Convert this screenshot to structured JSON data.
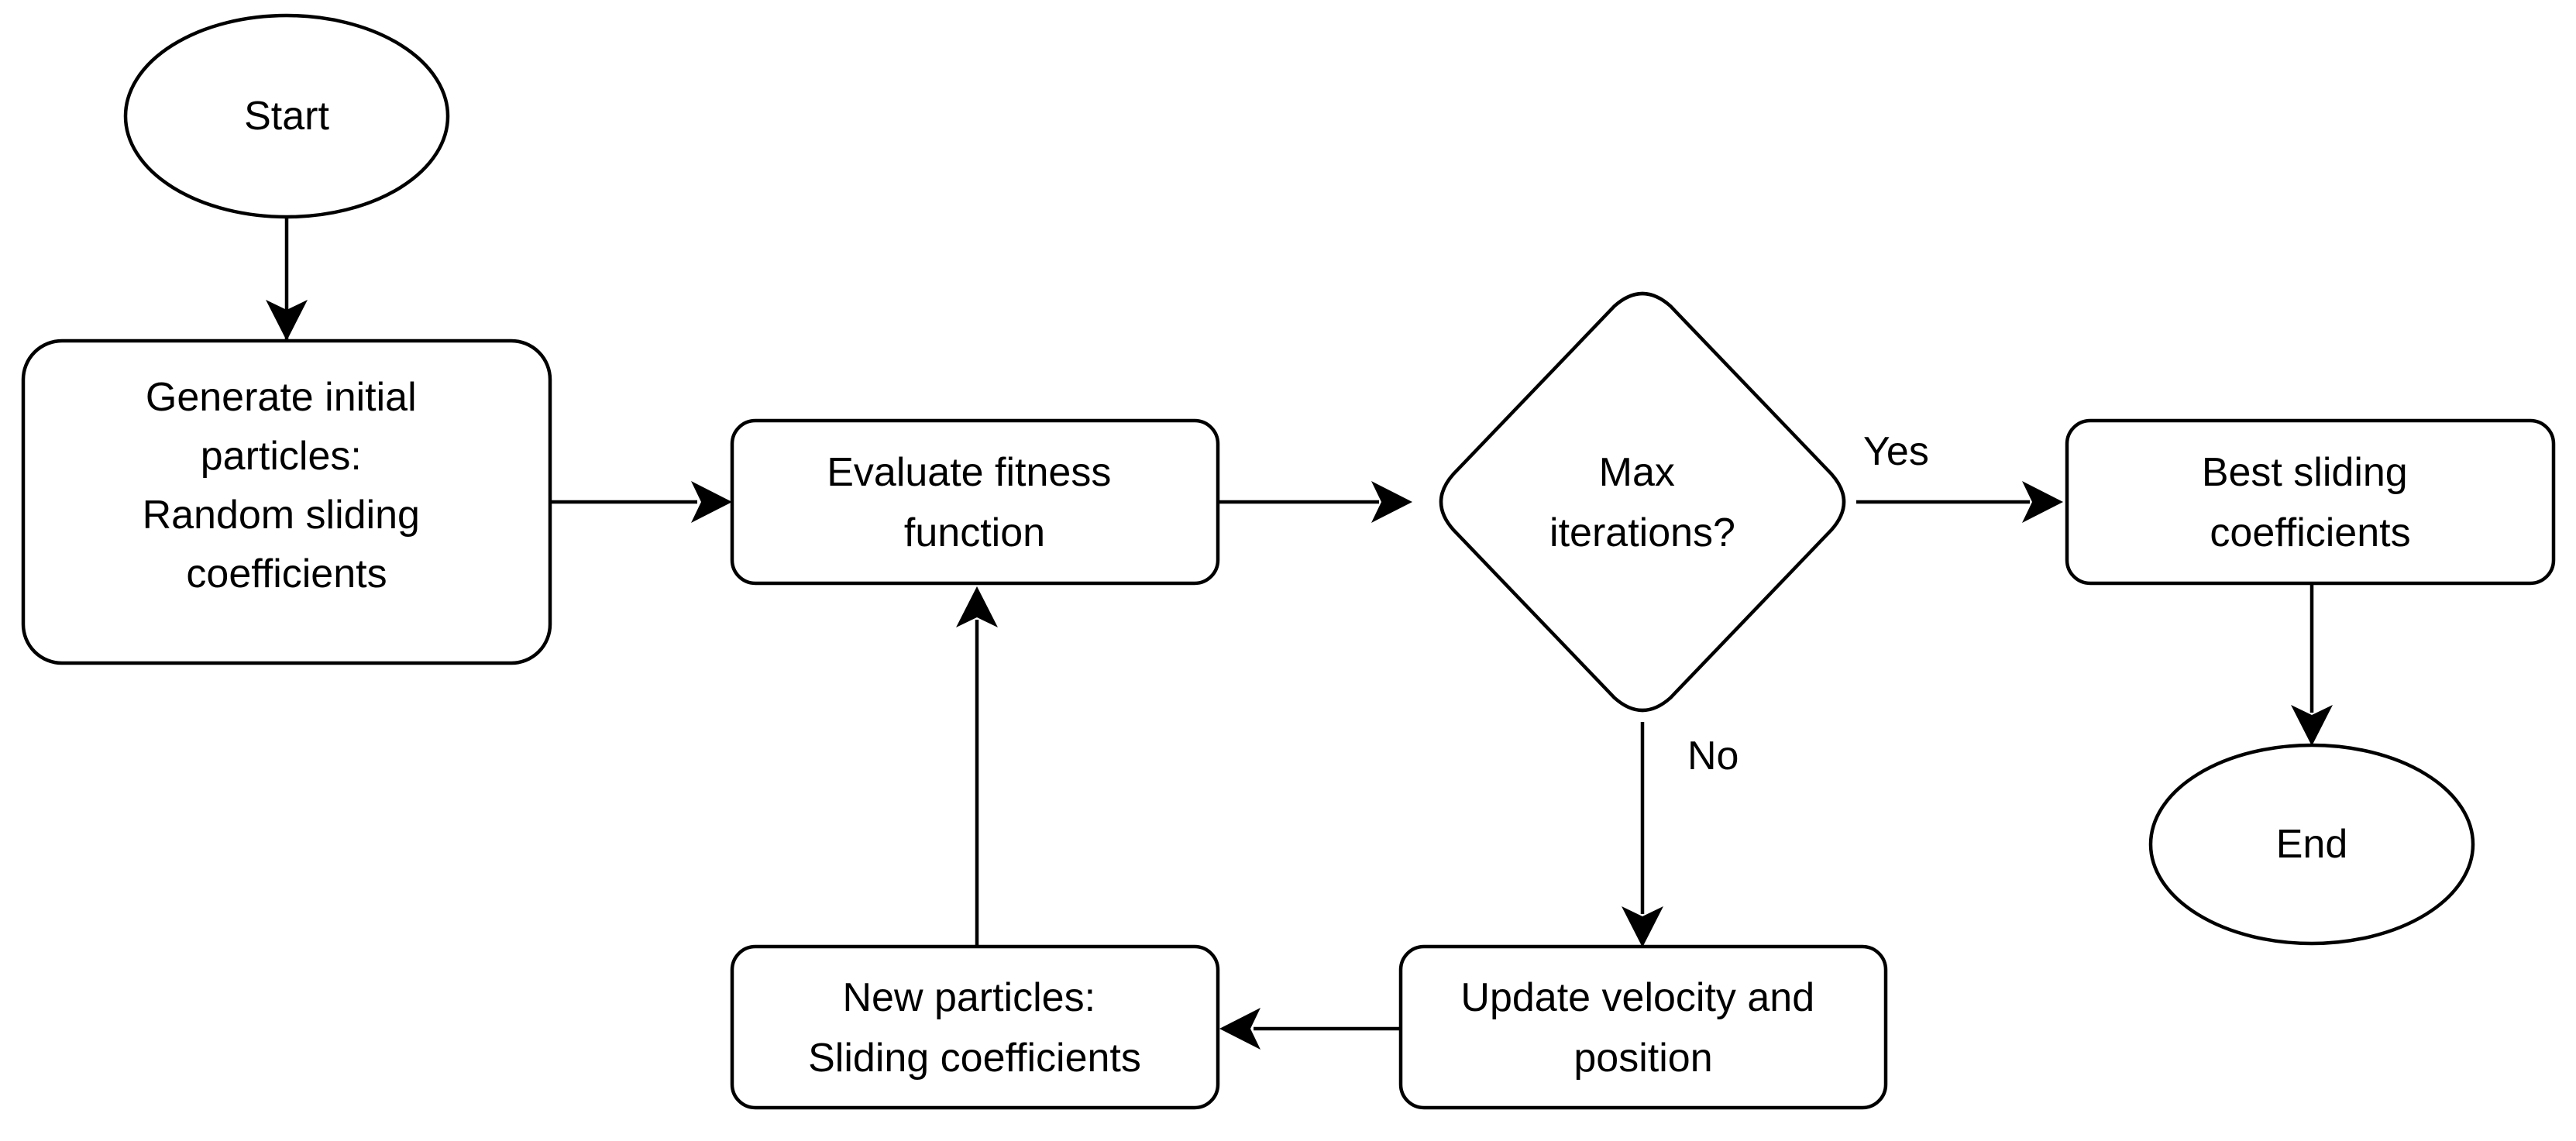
{
  "nodes": {
    "start": {
      "lines": [
        "Start"
      ]
    },
    "generate": {
      "lines": [
        "Generate initial",
        "particles:",
        "Random sliding",
        "coefficients"
      ]
    },
    "evaluate": {
      "lines": [
        "Evaluate fitness",
        "function"
      ]
    },
    "decision": {
      "lines": [
        "Max",
        "iterations?"
      ]
    },
    "best": {
      "lines": [
        "Best sliding",
        "coefficients"
      ]
    },
    "end": {
      "lines": [
        "End"
      ]
    },
    "update": {
      "lines": [
        "Update velocity and",
        "position"
      ]
    },
    "new_particles": {
      "lines": [
        "New particles:",
        "Sliding coefficients"
      ]
    }
  },
  "edge_labels": {
    "yes": "Yes",
    "no": "No"
  },
  "colors": {
    "stroke": "#000000",
    "fill": "#ffffff",
    "text": "#000000"
  }
}
